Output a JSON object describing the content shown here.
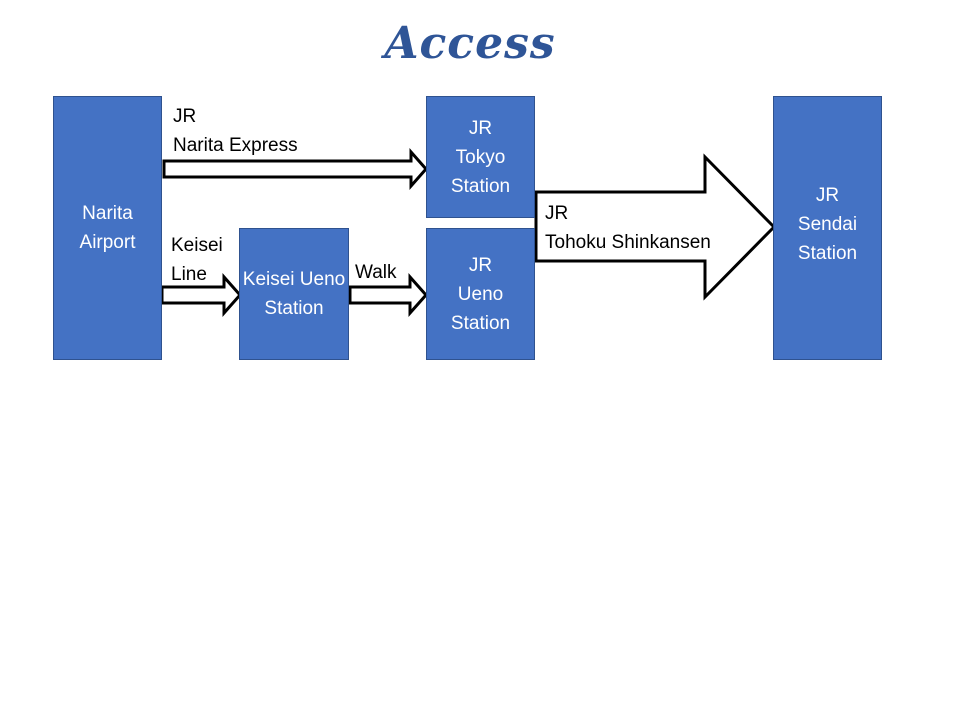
{
  "title": "Access",
  "nodes": {
    "narita_airport": [
      "Narita",
      "Airport"
    ],
    "keisei_ueno": [
      "Keisei Ueno",
      "Station"
    ],
    "jr_tokyo": [
      "JR",
      "Tokyo",
      "Station"
    ],
    "jr_ueno": [
      "JR",
      "Ueno",
      "Station"
    ],
    "jr_sendai": [
      "JR",
      "Sendai",
      "Station"
    ]
  },
  "edges": {
    "narita_express": [
      "JR",
      "Narita Express"
    ],
    "keisei_line": [
      "Keisei",
      "Line"
    ],
    "walk": [
      "Walk"
    ],
    "tohoku_shinkansen": [
      "JR",
      "Tohoku Shinkansen"
    ]
  },
  "colors": {
    "box_fill": "#4472c4",
    "box_border": "#2f528f",
    "title": "#2f5597",
    "arrow_fill": "#ffffff",
    "arrow_stroke": "#000000"
  }
}
